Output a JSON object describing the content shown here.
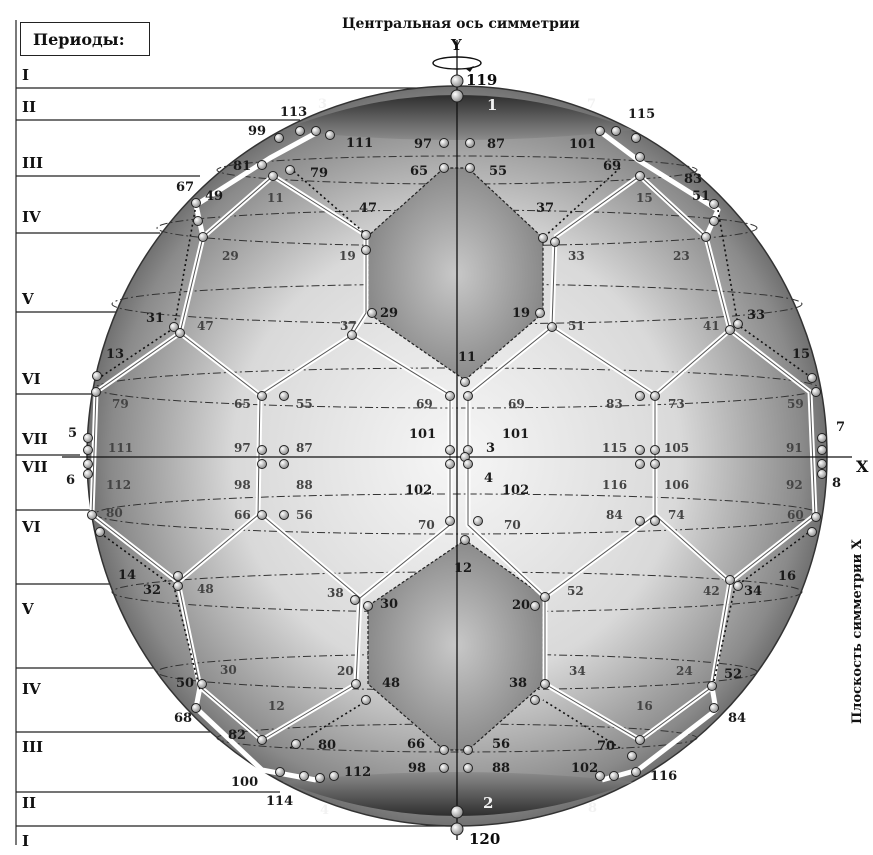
{
  "header": {
    "axis_title": "Центральная ось симметрии",
    "axis_y": "Y",
    "axis_x": "X",
    "plane_title": "Плоскость симметрии X",
    "periods_label": "Периоды:"
  },
  "periods": [
    "I",
    "II",
    "III",
    "IV",
    "V",
    "VI",
    "VII",
    "VII",
    "VI",
    "V",
    "IV",
    "III",
    "II",
    "I"
  ],
  "nodes": {
    "n119": "119",
    "n120": "120",
    "n1": "1",
    "n2": "2",
    "n3t": "3",
    "n7t": "7",
    "n113": "113",
    "n115": "115",
    "n99": "99",
    "n111": "111",
    "n97t": "97",
    "n87t": "87",
    "n101t": "101",
    "n81": "81",
    "n79t": "79",
    "n65t": "65",
    "n55t": "55",
    "n69t": "69",
    "n67": "67",
    "n49": "49",
    "n83": "83",
    "n51": "51",
    "n11t": "11",
    "n15": "15",
    "n47t": "47",
    "n37t": "37",
    "n29a": "29",
    "n23": "23",
    "n19a": "19",
    "n33a": "33",
    "n31": "31",
    "n47b": "47",
    "n29b": "29",
    "n19b": "19",
    "n37b": "37",
    "n51b": "51",
    "n41": "41",
    "n33b": "33",
    "n13": "13",
    "n15r": "15",
    "n11m": "11",
    "n79m": "79",
    "n65m": "65",
    "n55m": "55",
    "n69l": "69",
    "n69r": "69",
    "n83m": "83",
    "n73": "73",
    "n59": "59",
    "n5": "5",
    "n7r": "7",
    "n111m": "111",
    "n97m": "97",
    "n87m": "87",
    "n101l": "101",
    "n3m": "3",
    "n101r": "101",
    "n115m": "115",
    "n105": "105",
    "n91": "91",
    "n6": "6",
    "n8r": "8",
    "n112": "112",
    "n98m": "98",
    "n88m": "88",
    "n102l": "102",
    "n4m": "4",
    "n102r": "102",
    "n116m": "116",
    "n106": "106",
    "n92": "92",
    "n80m": "80",
    "n66m": "66",
    "n56m": "56",
    "n70l": "70",
    "n70r": "70",
    "n84m": "84",
    "n74": "74",
    "n60": "60",
    "n12m": "12",
    "n14": "14",
    "n32": "32",
    "n48a": "48",
    "n16": "16",
    "n42": "42",
    "n34a": "34",
    "n52a": "52",
    "n38a": "38",
    "n30a": "30",
    "n20a": "20",
    "n30b": "30",
    "n20b": "20",
    "n48b": "48",
    "n38b": "38",
    "n34b": "34",
    "n24": "24",
    "n52b": "52",
    "n50": "50",
    "n68": "68",
    "n84b": "84",
    "n12b": "12",
    "n82": "82",
    "n80b": "80",
    "n66b": "66",
    "n56b": "56",
    "n16b": "16",
    "n70b": "70",
    "n100": "100",
    "n114": "114",
    "n112b": "112",
    "n98b": "98",
    "n88b": "88",
    "n102b": "102",
    "n116b": "116",
    "n4b": "4",
    "n8b": "8"
  }
}
